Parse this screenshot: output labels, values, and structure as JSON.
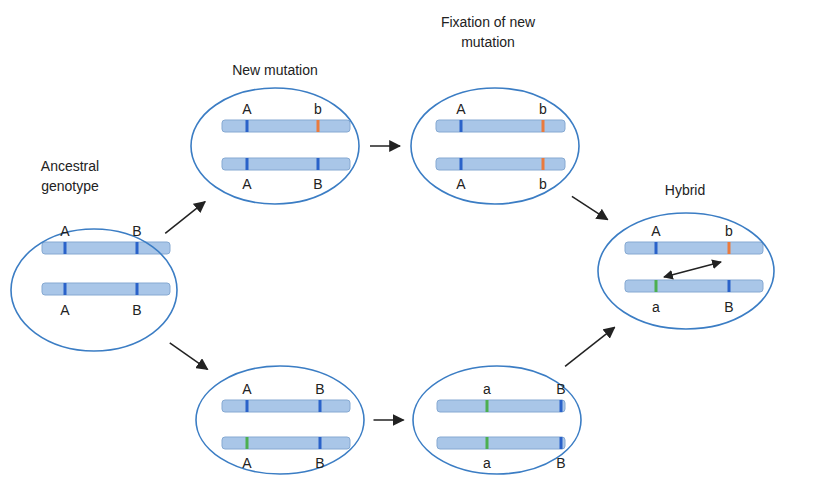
{
  "diagram": {
    "nodes": [
      {
        "text": [
          "Ancestral genotype",
          "A",
          "B",
          "A",
          "B"
        ]
      },
      {
        "text": [
          "New mutation",
          "A",
          "b",
          "A",
          "B"
        ]
      },
      {
        "text": [
          "Fixation of new mutation",
          "A",
          "b",
          "A",
          "b"
        ]
      },
      {
        "text": [
          "Hybrid",
          "A",
          "b",
          "a",
          "B"
        ]
      },
      {
        "text": [
          "A",
          "B",
          "A",
          "B"
        ]
      },
      {
        "text": [
          "a",
          "B",
          "a",
          "B"
        ]
      }
    ],
    "edges": [
      {
        "from": 0,
        "to": 1,
        "arrow": "to"
      },
      {
        "from": 1,
        "to": 2,
        "arrow": "to"
      },
      {
        "from": 2,
        "to": 3,
        "arrow": "to"
      },
      {
        "from": 0,
        "to": 4,
        "arrow": "to"
      },
      {
        "from": 4,
        "to": 5,
        "arrow": "to"
      },
      {
        "from": 5,
        "to": 3,
        "arrow": "to"
      }
    ]
  }
}
